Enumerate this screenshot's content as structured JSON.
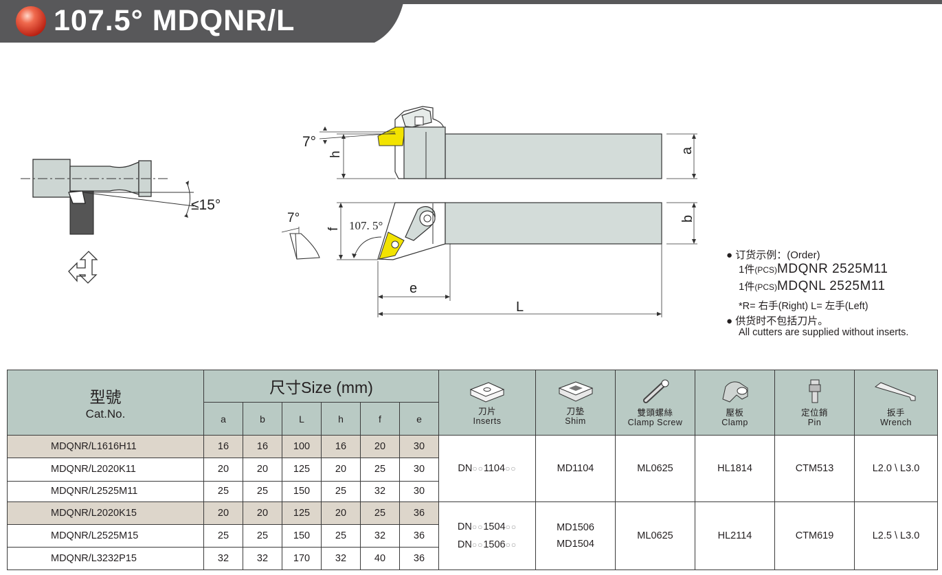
{
  "header": {
    "title": "107.5° MDQNR/L"
  },
  "drawing": {
    "angle_15": "≤15°",
    "angle_7_top": "7°",
    "angle_7_side": "7°",
    "angle_1075": "107. 5°",
    "dim_h": "h",
    "dim_a": "a",
    "dim_f": "f",
    "dim_b": "b",
    "dim_e": "e",
    "dim_L": "L"
  },
  "notes": {
    "order_label": "订货示例：(Order)",
    "order_line1_qty": "1件",
    "order_line1_pcs": "(PCS)",
    "order_line1_code": "MDQNR 2525M11",
    "order_line2_qty": "1件",
    "order_line2_pcs": "(PCS)",
    "order_line2_code": "MDQNL 2525M11",
    "rl_line": "*R= 右手(Right)   L= 左手(Left)",
    "supply_cn": "供货时不包括刀片。",
    "supply_en": "All cutters are supplied without inserts."
  },
  "table": {
    "cat_cn": "型號",
    "cat_en": "Cat.No.",
    "size_header": "尺寸Size (mm)",
    "size_cols": [
      "a",
      "b",
      "L",
      "h",
      "f",
      "e"
    ],
    "parts": [
      {
        "cn": "刀片",
        "en": "Inserts",
        "icon": "insert-icon"
      },
      {
        "cn": "刀墊",
        "en": "Shim",
        "icon": "shim-icon"
      },
      {
        "cn": "雙頭螺絲",
        "en": "Clamp Screw",
        "icon": "clamp-screw-icon"
      },
      {
        "cn": "壓板",
        "en": "Clamp",
        "icon": "clamp-icon"
      },
      {
        "cn": "定位銷",
        "en": "Pin",
        "icon": "pin-icon"
      },
      {
        "cn": "扳手",
        "en": "Wrench",
        "icon": "wrench-icon"
      }
    ],
    "rows": [
      {
        "cat": "MDQNR/L1616H11",
        "a": "16",
        "b": "16",
        "L": "100",
        "h": "16",
        "f": "20",
        "e": "30"
      },
      {
        "cat": "MDQNR/L2020K11",
        "a": "20",
        "b": "20",
        "L": "125",
        "h": "20",
        "f": "25",
        "e": "30"
      },
      {
        "cat": "MDQNR/L2525M11",
        "a": "25",
        "b": "25",
        "L": "150",
        "h": "25",
        "f": "32",
        "e": "30"
      },
      {
        "cat": "MDQNR/L2020K15",
        "a": "20",
        "b": "20",
        "L": "125",
        "h": "20",
        "f": "25",
        "e": "36"
      },
      {
        "cat": "MDQNR/L2525M15",
        "a": "25",
        "b": "25",
        "L": "150",
        "h": "25",
        "f": "32",
        "e": "36"
      },
      {
        "cat": "MDQNR/L3232P15",
        "a": "32",
        "b": "32",
        "L": "170",
        "h": "32",
        "f": "40",
        "e": "36"
      }
    ],
    "group1": {
      "insert_pre": "DN",
      "insert_mid": "1104",
      "placeholder": "○○",
      "shim": "MD1104",
      "screw": "ML0625",
      "clamp": "HL1814",
      "pin": "CTM513",
      "wrench": "L2.0 \\ L3.0"
    },
    "group2": {
      "insert1_pre": "DN",
      "insert1_mid": "1504",
      "insert2_pre": "DN",
      "insert2_mid": "1506",
      "placeholder": "○○",
      "shim1": "MD1506",
      "shim2": "MD1504",
      "screw": "ML0625",
      "clamp": "HL2114",
      "pin": "CTM619",
      "wrench": "L2.5 \\ L3.0"
    }
  },
  "colors": {
    "header_bar": "#58585a",
    "table_header": "#b9cac4",
    "row_shade": "#ddd6cb",
    "tool_body": "#d3dcd9",
    "insert_yellow": "#f2e300",
    "bullet_red": "#e0402a"
  }
}
